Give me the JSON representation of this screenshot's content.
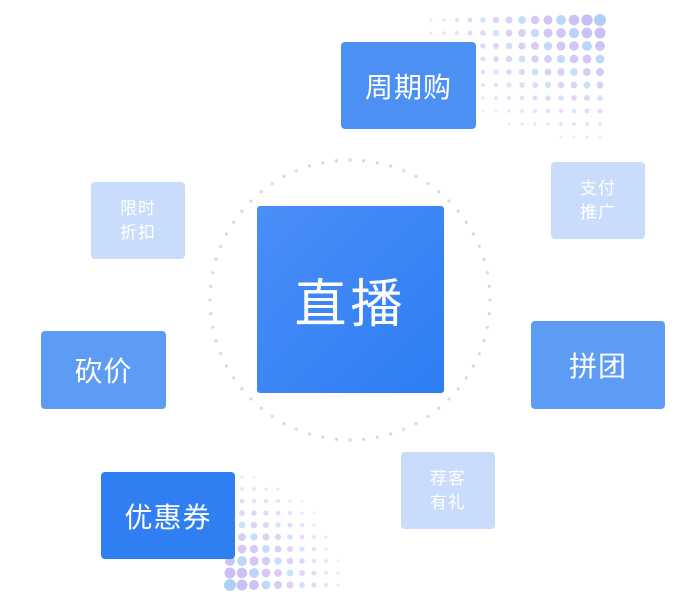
{
  "center_label": "直播",
  "features": {
    "zhouqigou": "周期购",
    "zhifu_line1": "支付",
    "zhifu_line2": "推广",
    "xianshi_line1": "限时",
    "xianshi_line2": "折扣",
    "kanjia": "砍价",
    "pintuan": "拼团",
    "youhuiquan": "优惠券",
    "jianke_line1": "荐客",
    "jianke_line2": "有礼"
  },
  "colors": {
    "primary": "#3d86f2",
    "secondary": "#5b9bf5",
    "light": "#c9dcfb",
    "dot_purple": "#b9a8f0",
    "dot_blue": "#9cc3f5"
  }
}
